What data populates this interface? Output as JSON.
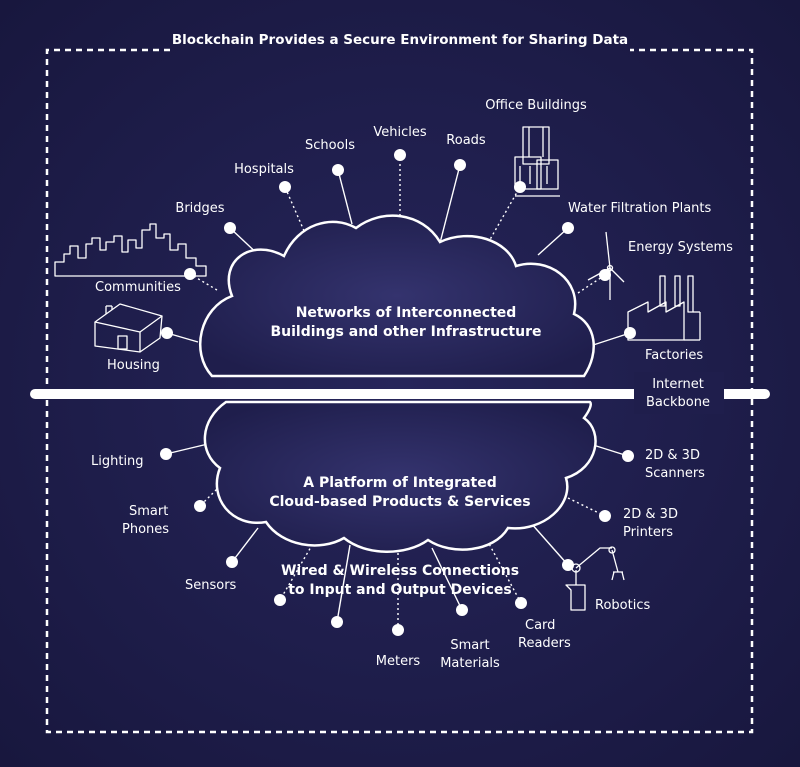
{
  "title": "Blockchain Provides a Secure Environment for Sharing Data",
  "cloud_top": {
    "line1": "Networks of Interconnected",
    "line2": "Buildings and other Infrastructure"
  },
  "cloud_bottom": {
    "line1": "A Platform of Integrated",
    "line2": "Cloud-based Products & Services"
  },
  "connections": {
    "line1": "Wired & Wireless Connections",
    "line2": "to Input and Output Devices"
  },
  "backbone": {
    "line1": "Internet",
    "line2": "Backbone"
  },
  "top_nodes": {
    "office_buildings": "Office Buildings",
    "roads": "Roads",
    "vehicles": "Vehicles",
    "schools": "Schools",
    "hospitals": "Hospitals",
    "bridges": "Bridges",
    "water": "Water Filtration Plants",
    "energy": "Energy Systems",
    "communities": "Communities",
    "factories": "Factories",
    "housing": "Housing"
  },
  "bottom_nodes": {
    "lighting": "Lighting",
    "smart_phones": {
      "line1": "Smart",
      "line2": "Phones"
    },
    "sensors": "Sensors",
    "scanners": {
      "line1": "2D & 3D",
      "line2": "Scanners"
    },
    "printers": {
      "line1": "2D & 3D",
      "line2": "Printers"
    },
    "robotics": "Robotics",
    "card_readers": {
      "line1": "Card",
      "line2": "Readers"
    },
    "smart_materials": {
      "line1": "Smart",
      "line2": "Materials"
    },
    "meters": "Meters"
  },
  "icons": [
    "office-building-icon",
    "wind-turbine-icon",
    "city-skyline-icon",
    "factory-icon",
    "house-icon",
    "robot-arm-icon"
  ],
  "colors": {
    "background": "#1e1d4a",
    "cloud": "#28275c",
    "lines": "#ffffff"
  }
}
